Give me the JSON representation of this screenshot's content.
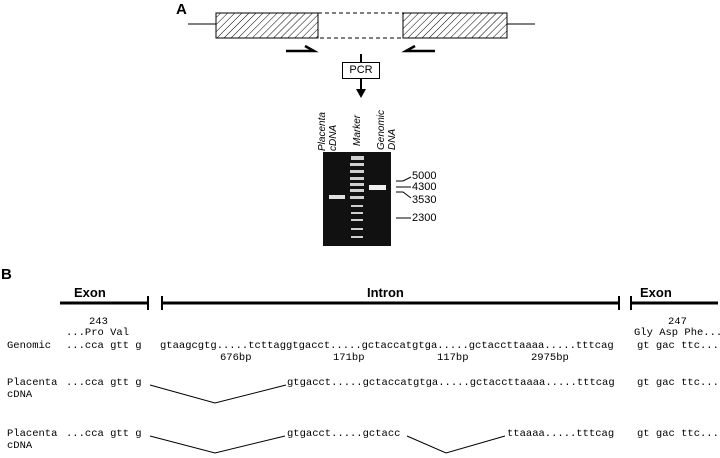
{
  "panelA": {
    "label": "A",
    "pcr": "PCR",
    "lanes": [
      "Placenta\ncDNA",
      "Marker",
      "Genomic\nDNA"
    ],
    "markers": [
      "5000",
      "4300",
      "3530",
      "2300"
    ]
  },
  "panelB": {
    "label": "B",
    "exon_left": "Exon",
    "intron": "Intron",
    "exon_right": "Exon",
    "pos_left": "243",
    "aa_left": "...Pro Val",
    "pos_right": "247",
    "aa_right": "Gly Asp Phe...",
    "genomic": {
      "label": "Genomic",
      "exon1": "...cca gtt g",
      "segments": [
        "gtaagcgtg.....tcttaggtgacct.....gctaccatgtga.....gctaccttaaaa.....tttcag"
      ],
      "exon2": "gt gac ttc..."
    },
    "sizes": [
      "676bp",
      "171bp",
      "117bp",
      "2975bp"
    ],
    "cdna1": {
      "label1": "Placenta",
      "label2": "cDNA",
      "exon1": "...cca gtt g",
      "seq": "gtgacct.....gctaccatgtga.....gctaccttaaaa.....tttcag",
      "exon2": "gt gac ttc..."
    },
    "cdna2": {
      "label1": "Placenta",
      "label2": "cDNA",
      "exon1": "...cca gtt g",
      "seq_a": "gtgacct.....gctacc",
      "seq_b": "ttaaaa.....tttcag",
      "exon2": "gt gac ttc..."
    }
  }
}
